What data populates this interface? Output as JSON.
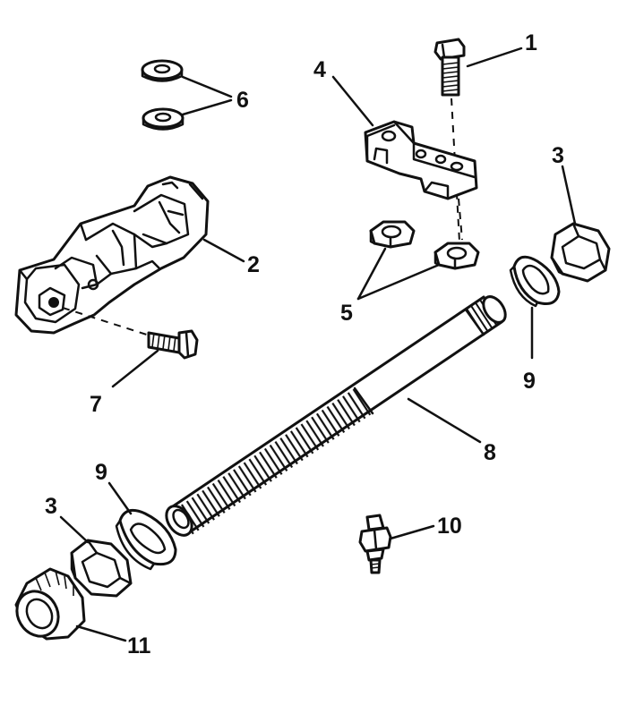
{
  "callouts": {
    "c1": "1",
    "c2": "2",
    "c3a": "3",
    "c3b": "3",
    "c4": "4",
    "c5": "5",
    "c6": "6",
    "c7": "7",
    "c8": "8",
    "c9a": "9",
    "c9b": "9",
    "c10": "10",
    "c11": "11"
  },
  "colors": {
    "ink": "#111111",
    "paper": "#ffffff"
  }
}
